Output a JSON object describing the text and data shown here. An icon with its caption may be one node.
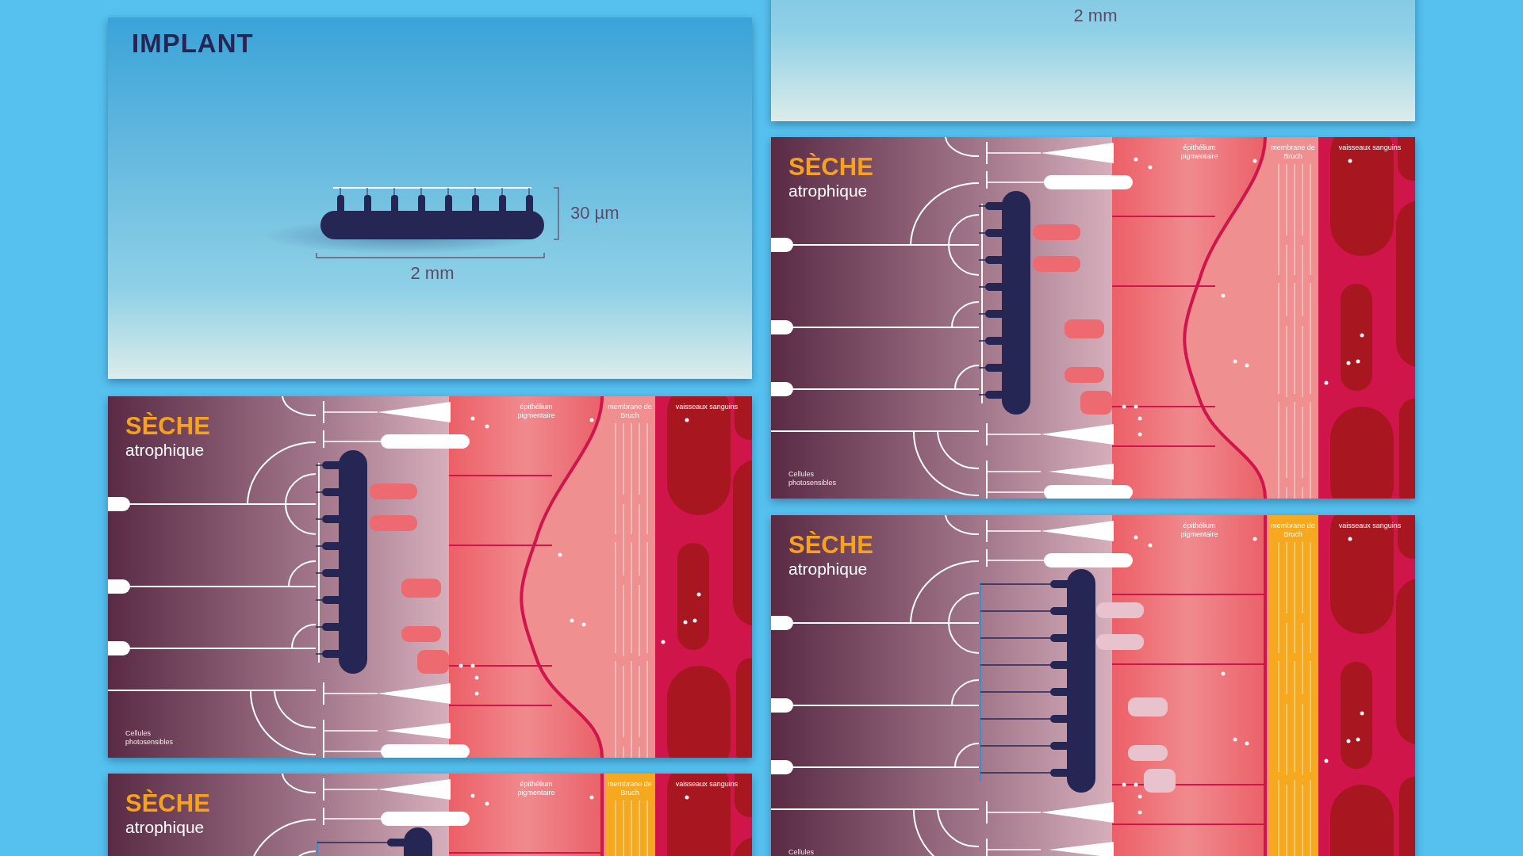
{
  "diagram": {
    "labels": [
      "IMPLANT",
      "30 µm",
      "2 mm",
      "SÈCHE",
      "atrophique",
      "épithélium pigmentaire",
      "membrane de Bruch",
      "vaisseaux sanguins",
      "Cellules photosensibles",
      "SÈCHE",
      "atrophique",
      "épithélium pigmentaire",
      "membrane de Bruch",
      "vaisseaux sanguins",
      "2 mm",
      "SÈCHE",
      "atrophique",
      "épithélium pigmentaire",
      "membrane de Bruch",
      "vaisseaux sanguins",
      "Cellules photosensibles",
      "SÈCHE",
      "atrophique",
      "épithélium pigmentaire",
      "membrane de Bruch",
      "vaisseaux sanguins",
      "Cellules"
    ]
  }
}
